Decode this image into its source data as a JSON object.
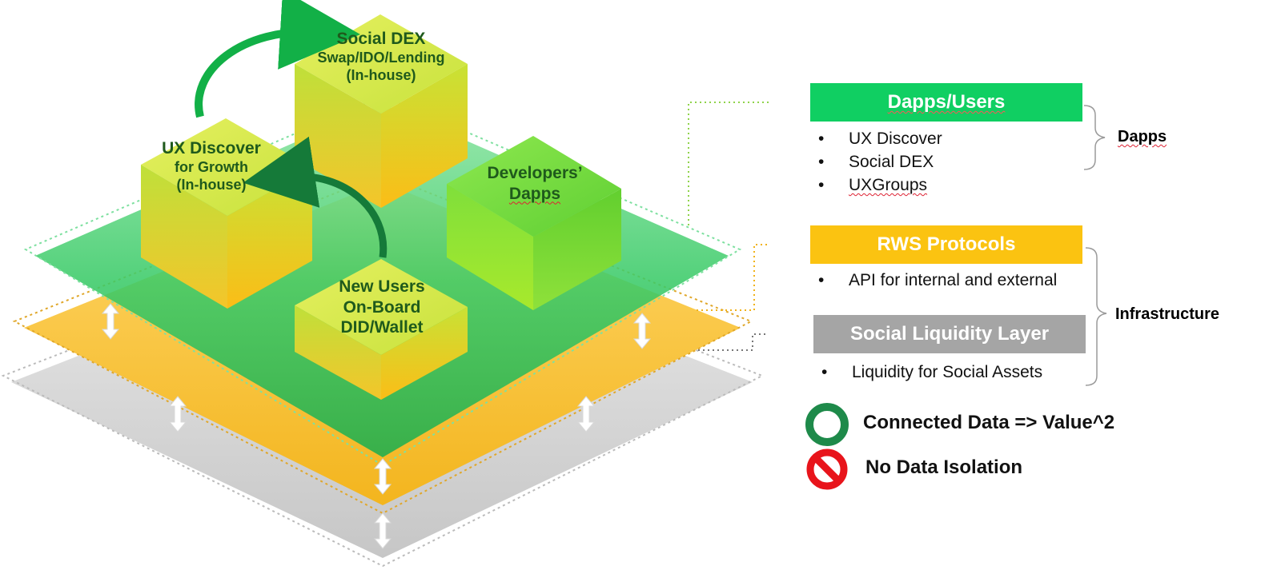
{
  "cubes": {
    "social_dex": {
      "line1": "Social DEX",
      "line2": "Swap/IDO/Lending",
      "line3": "(In-house)"
    },
    "ux_discover": {
      "line1": "UX Discover",
      "line2": "for Growth",
      "line3": "(In-house)"
    },
    "developers": {
      "line1": "Developers’",
      "line2": "Dapps"
    },
    "new_users": {
      "line1": "New Users",
      "line2": "On-Board",
      "line3": "DID/Wallet"
    }
  },
  "panels": {
    "dapps_users": {
      "title": "Dapps/Users",
      "color": "#10cf62",
      "items": [
        "UX Discover",
        "Social DEX",
        "UXGroups"
      ]
    },
    "rws": {
      "title": "RWS Protocols",
      "color": "#fbc311",
      "items": [
        "API for internal and external"
      ]
    },
    "social_liquidity": {
      "title": "Social Liquidity Layer",
      "color": "#a5a5a5",
      "items": [
        "Liquidity for Social Assets"
      ]
    }
  },
  "braces": {
    "dapps": "Dapps",
    "infrastructure": "Infrastructure"
  },
  "legend": {
    "connected": "Connected Data => Value^2",
    "isolation": "No Data Isolation"
  },
  "colors": {
    "green_layer": "#2ec05a",
    "yellow_layer": "#f7c233",
    "gray_layer": "#cfcfcf",
    "dark_green": "#1e8a4a",
    "no_sign_red": "#e8141b"
  }
}
